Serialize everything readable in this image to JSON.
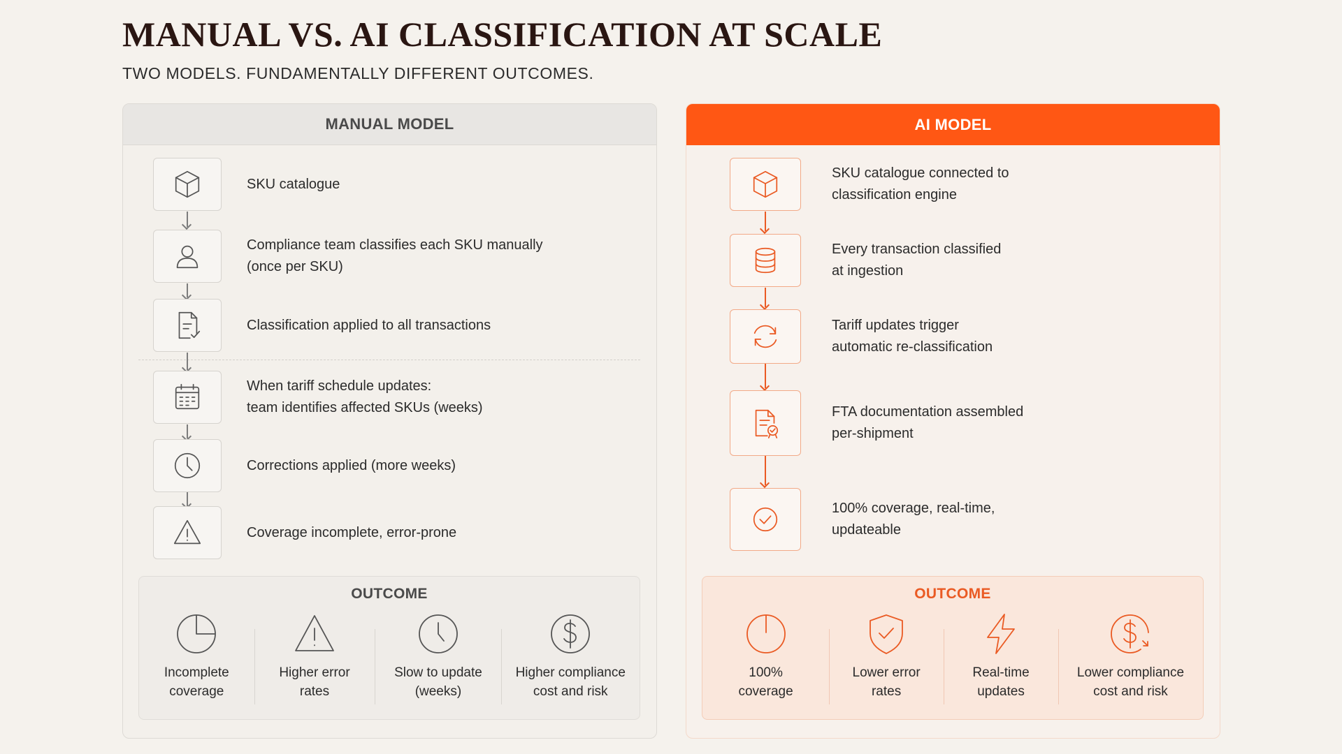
{
  "title": "MANUAL VS. AI CLASSIFICATION AT SCALE",
  "subtitle": "TWO MODELS. FUNDAMENTALLY DIFFERENT OUTCOMES.",
  "manual": {
    "header": "MANUAL MODEL",
    "steps": [
      {
        "icon": "box-icon",
        "text": "SKU catalogue"
      },
      {
        "icon": "person-icon",
        "text": "Compliance team classifies each SKU manually\n(once per SKU)"
      },
      {
        "icon": "document-check-icon",
        "text": "Classification applied to all transactions"
      },
      {
        "icon": "calendar-icon",
        "text": "When tariff schedule updates:\nteam identifies affected SKUs (weeks)"
      },
      {
        "icon": "clock-icon",
        "text": "Corrections applied (more weeks)"
      },
      {
        "icon": "warning-icon",
        "text": "Coverage incomplete, error-prone"
      }
    ],
    "outcome_title": "OUTCOME",
    "outcomes": [
      {
        "icon": "pie-chart-icon",
        "label": "Incomplete\ncoverage"
      },
      {
        "icon": "warning-icon",
        "label": "Higher error\nrates"
      },
      {
        "icon": "clock-icon",
        "label": "Slow to update\n(weeks)"
      },
      {
        "icon": "dollar-icon",
        "label": "Higher compliance\ncost and risk"
      }
    ]
  },
  "ai": {
    "header": "AI MODEL",
    "steps": [
      {
        "icon": "box-icon",
        "text": "SKU catalogue connected to\nclassification engine"
      },
      {
        "icon": "database-icon",
        "text": "Every transaction classified\nat ingestion"
      },
      {
        "icon": "refresh-icon",
        "text": "Tariff updates trigger\nautomatic re-classification"
      },
      {
        "icon": "certificate-document-icon",
        "text": "FTA documentation assembled\nper-shipment"
      },
      {
        "icon": "check-circle-icon",
        "text": "100% coverage, real-time,\nupdateable"
      }
    ],
    "outcome_title": "OUTCOME",
    "outcomes": [
      {
        "icon": "full-circle-icon",
        "label": "100%\ncoverage"
      },
      {
        "icon": "shield-check-icon",
        "label": "Lower error\nrates"
      },
      {
        "icon": "lightning-icon",
        "label": "Real-time\nupdates"
      },
      {
        "icon": "dollar-down-icon",
        "label": "Lower compliance\ncost and risk"
      }
    ]
  },
  "colors": {
    "accent": "#ff5714",
    "accent_icon": "#ea5a23",
    "title": "#2a1612",
    "background": "#f5f2ed"
  }
}
